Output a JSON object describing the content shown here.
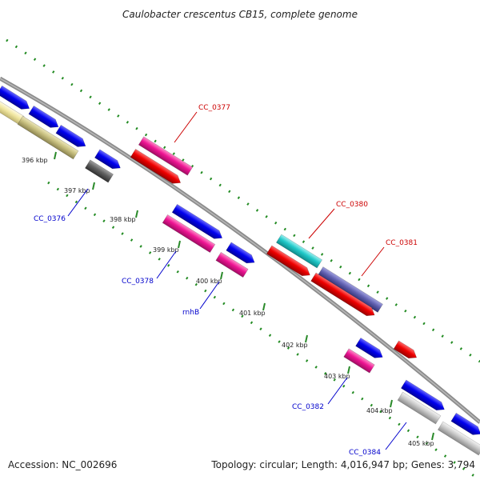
{
  "title": "Caulobacter crescentus CB15, complete genome",
  "footer": {
    "accession": "Accession: NC_002696",
    "topology": "Topology: circular; Length: 4,016,947 bp; Genes: 3,794"
  },
  "colors": {
    "backbone": "#8c8c8c",
    "dots": "#228b22",
    "forward_cds": "#0000ee",
    "reverse_cds": "#ee0000",
    "magenta_cds": "#ee1493",
    "cyan_cds": "#20c8c8",
    "gray_cds": "#606060",
    "light_gray_cds": "#c8c8c8",
    "khaki_cds": "#c8c080",
    "pale_yellow_cds": "#f0e6a0",
    "forward_label": "#0000cc",
    "reverse_label": "#cc0000"
  },
  "ticks": [
    {
      "label": "396 kbp"
    },
    {
      "label": "397 kbp"
    },
    {
      "label": "398 kbp"
    },
    {
      "label": "399 kbp"
    },
    {
      "label": "400 kbp"
    },
    {
      "label": "401 kbp"
    },
    {
      "label": "402 kbp"
    },
    {
      "label": "403 kbp"
    },
    {
      "label": "404 kbp"
    },
    {
      "label": "405 kbp"
    }
  ],
  "gene_labels": [
    {
      "name": "CC_0377",
      "strand": "reverse"
    },
    {
      "name": "CC_0380",
      "strand": "reverse"
    },
    {
      "name": "CC_0381",
      "strand": "reverse"
    },
    {
      "name": "CC_0376",
      "strand": "forward"
    },
    {
      "name": "CC_0378",
      "strand": "forward"
    },
    {
      "name": "rnhB",
      "strand": "forward"
    },
    {
      "name": "CC_0382",
      "strand": "forward"
    },
    {
      "name": "CC_0384",
      "strand": "forward"
    }
  ]
}
